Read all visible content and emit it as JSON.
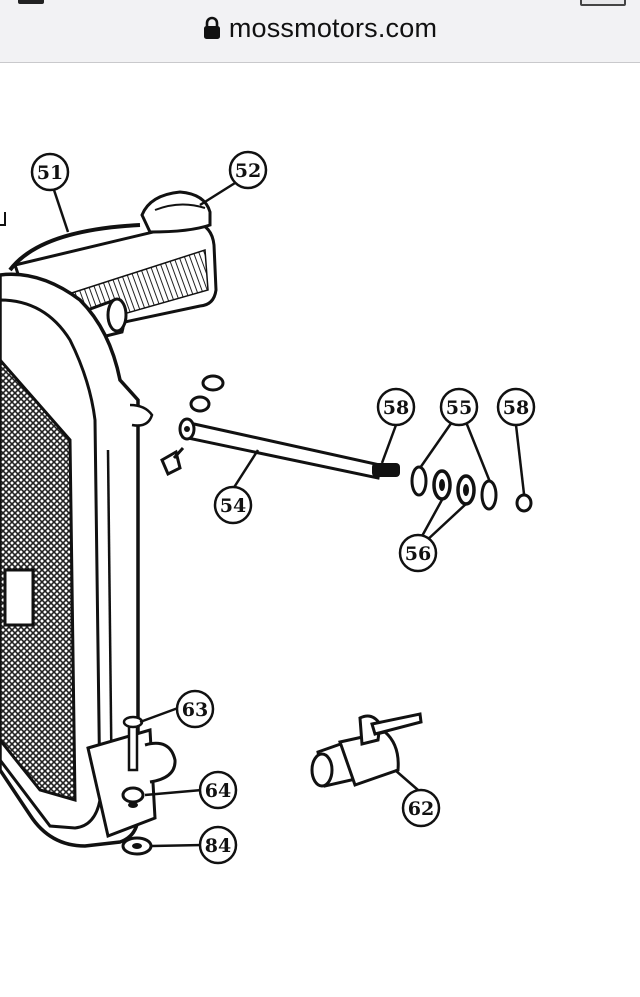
{
  "browser": {
    "url_domain": "mossmotors.com",
    "lock_icon": "lock-icon"
  },
  "diagram": {
    "callouts": {
      "c51": "51",
      "c52": "52",
      "c54": "54",
      "c55": "55",
      "c56": "56",
      "c58a": "58",
      "c58b": "58",
      "c62": "62",
      "c63": "63",
      "c64": "64",
      "c84": "84"
    }
  }
}
